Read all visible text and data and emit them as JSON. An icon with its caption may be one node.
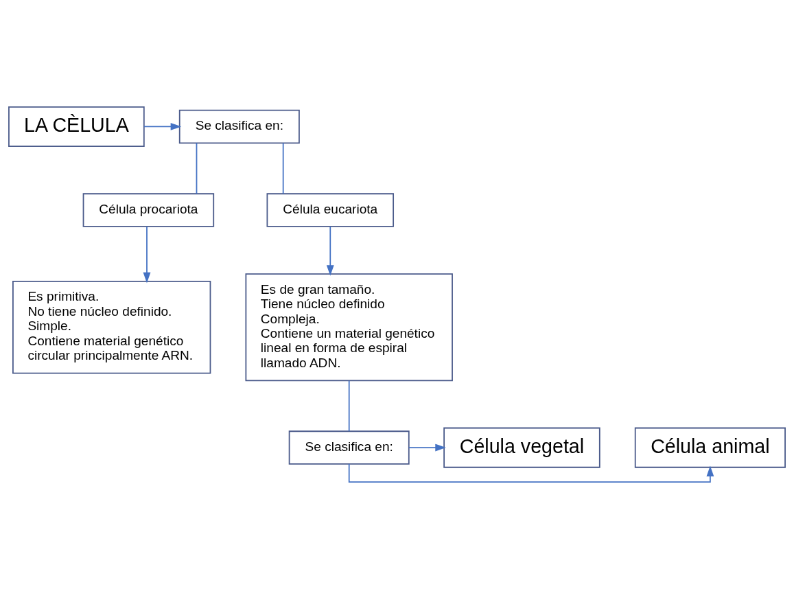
{
  "diagram": {
    "nodes": [
      {
        "text": [
          "LA CÈLULA"
        ]
      },
      {
        "text": [
          "Se clasifica en:"
        ]
      },
      {
        "text": [
          "Célula procariota"
        ]
      },
      {
        "text": [
          "Célula eucariota"
        ]
      },
      {
        "text": [
          "Es primitiva.",
          "No tiene núcleo definido.",
          "Simple.",
          "Contiene material genético circular principalmente ARN."
        ]
      },
      {
        "text": [
          "Es de gran tamaño.",
          "Tiene núcleo definido",
          "Compleja.",
          "Contiene un material genético lineal en forma de espiral llamado ADN."
        ]
      },
      {
        "text": [
          "Célula animal"
        ]
      },
      {
        "text": [
          "Se clasifica en:"
        ]
      },
      {
        "text": [
          "Célula vegetal"
        ]
      }
    ],
    "edges": [
      {
        "from": 0,
        "to": 1,
        "arrow": "to"
      },
      {
        "from": 1,
        "to": 2,
        "arrow": "none"
      },
      {
        "from": 1,
        "to": 3,
        "arrow": "none"
      },
      {
        "from": 2,
        "to": 4,
        "arrow": "to"
      },
      {
        "from": 3,
        "to": 5,
        "arrow": "to"
      },
      {
        "from": 5,
        "to": 7,
        "arrow": "none"
      },
      {
        "from": 7,
        "to": 6,
        "arrow": "to"
      },
      {
        "from": 7,
        "to": 8,
        "arrow": "to"
      }
    ]
  }
}
